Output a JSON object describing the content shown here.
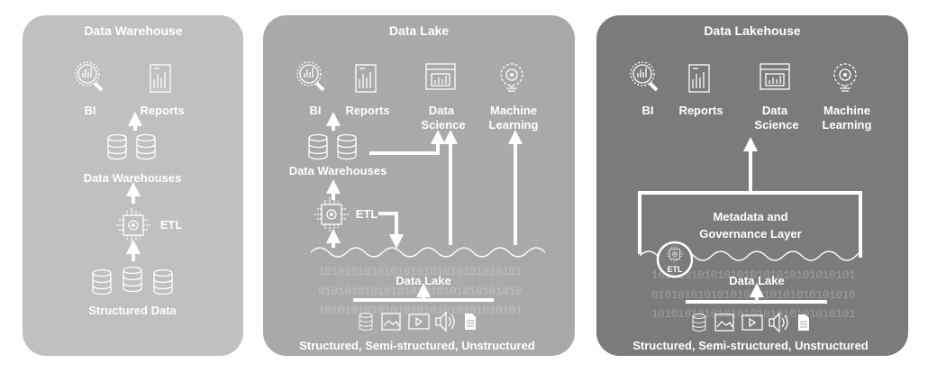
{
  "panels": [
    {
      "title": "Data Warehouse",
      "color": "#c0c0c0",
      "labels": {
        "bi": "BI",
        "reports": "Reports",
        "warehouses": "Data Warehouses",
        "etl": "ETL",
        "source": "Structured Data"
      }
    },
    {
      "title": "Data Lake",
      "color": "#a9a9a9",
      "labels": {
        "bi": "BI",
        "reports": "Reports",
        "ds1": "Data",
        "ds2": "Science",
        "ml1": "Machine",
        "ml2": "Learning",
        "warehouses": "Data Warehouses",
        "etl": "ETL",
        "lake": "Data Lake",
        "source": "Structured, Semi-structured, Unstructured"
      }
    },
    {
      "title": "Data Lakehouse",
      "color": "#7b7b7b",
      "labels": {
        "bi": "BI",
        "reports": "Reports",
        "ds1": "Data",
        "ds2": "Science",
        "ml1": "Machine",
        "ml2": "Learning",
        "meta1": "Metadata and",
        "meta2": "Governance Layer",
        "etl": "ETL",
        "lake": "Data Lake",
        "source": "Structured, Semi-structured, Unstructured"
      }
    }
  ],
  "binary": [
    "1010101010101010101010101010101",
    "0101010101010101010101010101010",
    "1010101010101010101010101010101"
  ],
  "icons": [
    "bi-magnifier-chart-icon",
    "report-document-icon",
    "data-science-window-icon",
    "machine-learning-gear-icon",
    "database-icon",
    "etl-chip-icon",
    "image-icon",
    "video-icon",
    "audio-icon",
    "text-document-icon"
  ]
}
